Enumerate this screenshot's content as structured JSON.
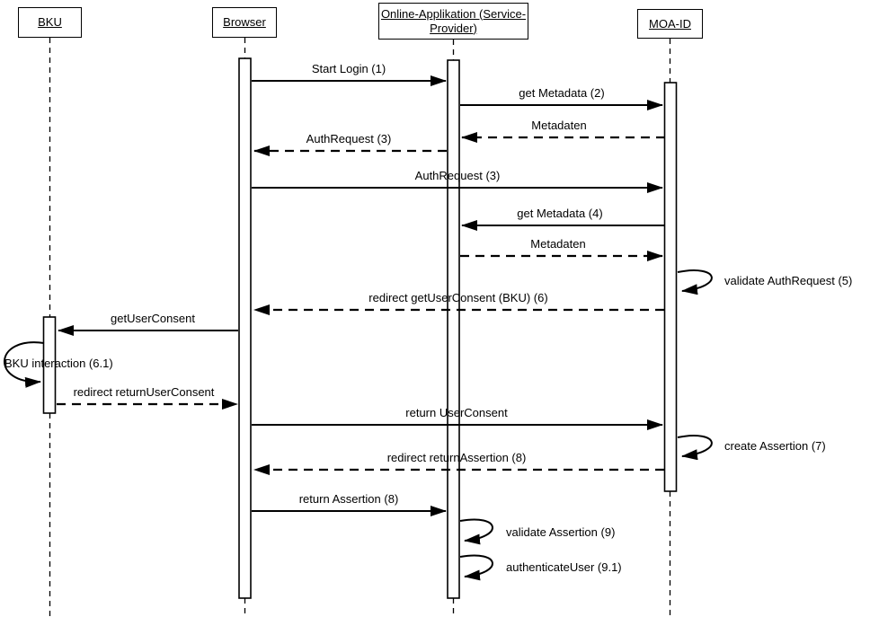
{
  "diagram": {
    "type": "uml-sequence-diagram",
    "colors": {
      "line": "#000000",
      "background": "#ffffff",
      "text": "#000000"
    },
    "actors": [
      {
        "id": "bku",
        "lines": [
          "BKU"
        ]
      },
      {
        "id": "browser",
        "lines": [
          "Browser"
        ]
      },
      {
        "id": "online-applikation",
        "lines": [
          "Online-Applikation (Service-",
          "Provider)"
        ]
      },
      {
        "id": "moa-id",
        "lines": [
          "MOA-ID"
        ]
      }
    ],
    "messages": [
      {
        "label": "Start Login (1)",
        "from": "Browser",
        "to": "Online-Applikation (Service-Provider)",
        "kind": "solid"
      },
      {
        "label": "get Metadata (2)",
        "from": "Online-Applikation (Service-Provider)",
        "to": "MOA-ID",
        "kind": "solid"
      },
      {
        "label": "Metadaten",
        "from": "MOA-ID",
        "to": "Online-Applikation (Service-Provider)",
        "kind": "dashed-return"
      },
      {
        "label": "AuthRequest (3)",
        "from": "Online-Applikation (Service-Provider)",
        "to": "Browser",
        "kind": "dashed-return"
      },
      {
        "label": "AuthRequest (3)",
        "from": "Browser",
        "to": "MOA-ID",
        "kind": "solid"
      },
      {
        "label": "get Metadata (4)",
        "from": "MOA-ID",
        "to": "Online-Applikation (Service-Provider)",
        "kind": "solid"
      },
      {
        "label": "Metadaten",
        "from": "Online-Applikation (Service-Provider)",
        "to": "MOA-ID",
        "kind": "dashed-return"
      },
      {
        "label": "validate AuthRequest (5)",
        "from": "MOA-ID",
        "to": "MOA-ID",
        "kind": "self-loop"
      },
      {
        "label": "redirect getUserConsent (BKU) (6)",
        "from": "MOA-ID",
        "to": "Browser",
        "kind": "dashed-return"
      },
      {
        "label": "getUserConsent",
        "from": "Browser",
        "to": "BKU",
        "kind": "solid"
      },
      {
        "label": "BKU interaction (6.1)",
        "from": "BKU",
        "to": "BKU",
        "kind": "self-loop"
      },
      {
        "label": "redirect returnUserConsent",
        "from": "BKU",
        "to": "Browser",
        "kind": "dashed-return"
      },
      {
        "label": "return UserConsent",
        "from": "Browser",
        "to": "MOA-ID",
        "kind": "solid"
      },
      {
        "label": "create Assertion (7)",
        "from": "MOA-ID",
        "to": "MOA-ID",
        "kind": "self-loop"
      },
      {
        "label": "redirect returnAssertion (8)",
        "from": "MOA-ID",
        "to": "Browser",
        "kind": "dashed-return"
      },
      {
        "label": "return Assertion (8)",
        "from": "Browser",
        "to": "Online-Applikation (Service-Provider)",
        "kind": "solid"
      },
      {
        "label": "validate Assertion (9)",
        "from": "Online-Applikation (Service-Provider)",
        "to": "Online-Applikation (Service-Provider)",
        "kind": "self-loop"
      },
      {
        "label": "authenticateUser (9.1)",
        "from": "Online-Applikation (Service-Provider)",
        "to": "Online-Applikation (Service-Provider)",
        "kind": "self-loop"
      }
    ]
  }
}
